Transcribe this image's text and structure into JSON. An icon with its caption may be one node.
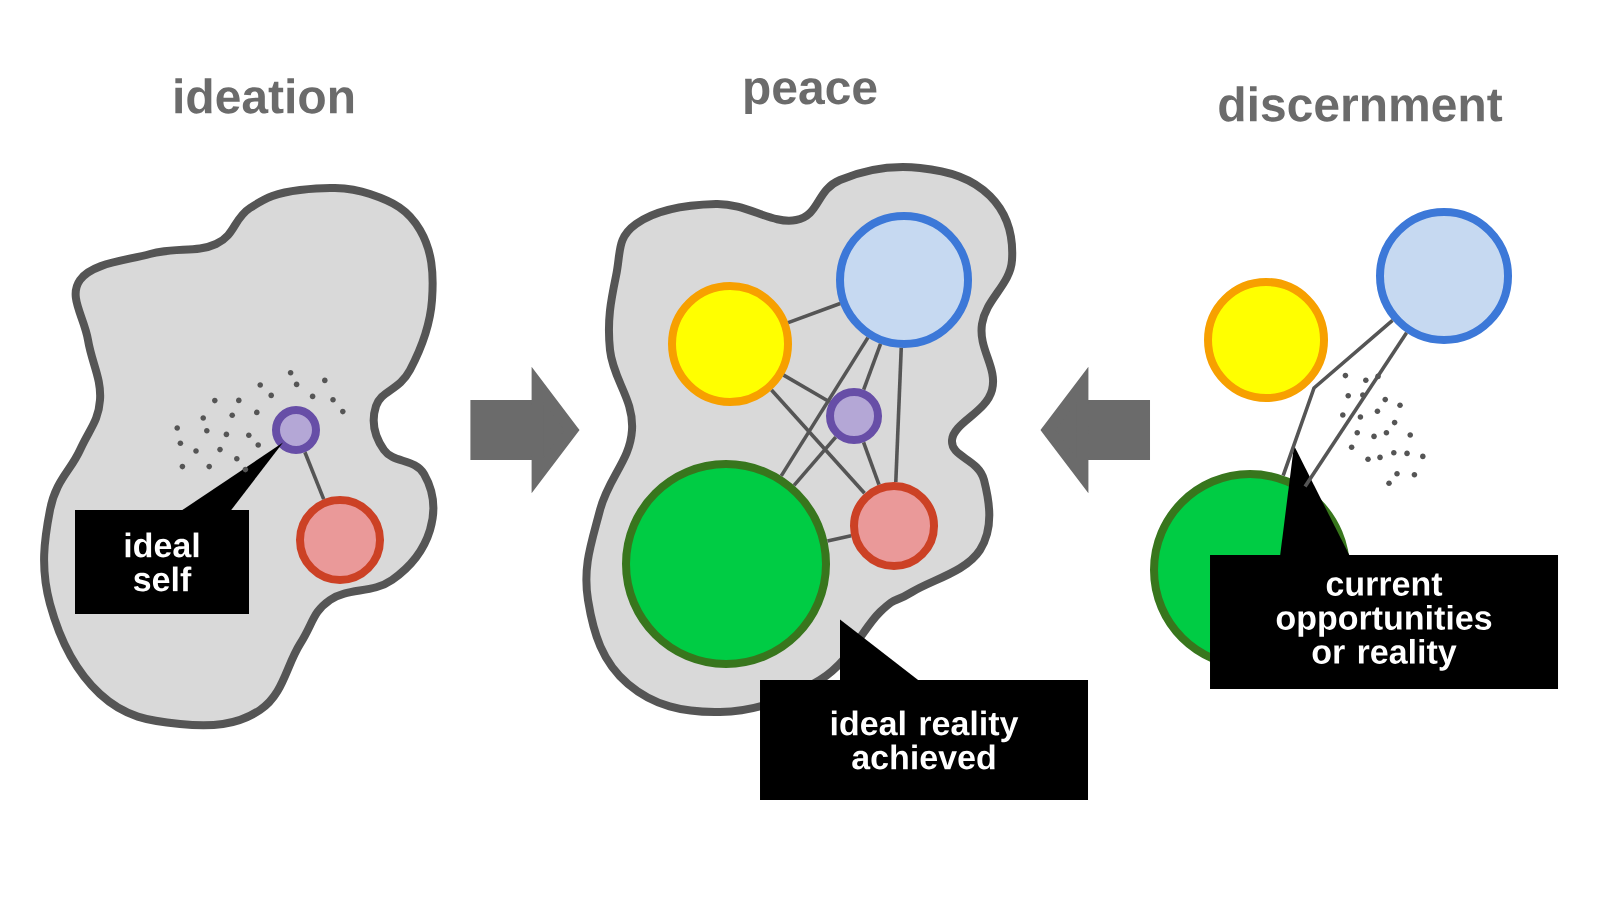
{
  "diagram": {
    "nodes": [
      {
        "text": [],
        "shape": "cloud"
      },
      {
        "text": [],
        "shape": "circle",
        "in": 0
      },
      {
        "text": [],
        "shape": "circle",
        "in": 0
      },
      {
        "text": [
          "ideal self"
        ],
        "in": 0
      },
      {
        "text": [],
        "shape": "cloud"
      },
      {
        "text": [],
        "shape": "circle",
        "in": 4
      },
      {
        "text": [],
        "shape": "circle",
        "in": 4
      },
      {
        "text": [],
        "shape": "circle",
        "in": 4
      },
      {
        "text": [],
        "shape": "circle",
        "in": 4
      },
      {
        "text": [],
        "shape": "circle",
        "in": 4
      },
      {
        "text": [
          "ideal reality achieved"
        ]
      },
      {
        "text": [],
        "shape": "circle"
      },
      {
        "text": [],
        "shape": "circle"
      },
      {
        "text": [],
        "shape": "circle"
      },
      {
        "text": [
          "current opportunities or reality"
        ]
      }
    ],
    "edges": [
      {
        "from": 0,
        "to": 4,
        "arrow": "to",
        "style": "thick"
      },
      {
        "from": 13,
        "to": 4,
        "arrow": "to",
        "style": "thick"
      },
      {
        "from": 1,
        "to": 2,
        "arrow": "none"
      },
      {
        "from": 5,
        "to": 6,
        "arrow": "none"
      },
      {
        "from": 5,
        "to": 7,
        "arrow": "none"
      },
      {
        "from": 5,
        "to": 9,
        "arrow": "none"
      },
      {
        "from": 8,
        "to": 6,
        "arrow": "none"
      },
      {
        "from": 7,
        "to": 6,
        "arrow": "none"
      },
      {
        "from": 9,
        "to": 6,
        "arrow": "none"
      },
      {
        "from": 8,
        "to": 7,
        "arrow": "none"
      },
      {
        "from": 8,
        "to": 9,
        "arrow": "none"
      },
      {
        "from": 7,
        "to": 9,
        "arrow": "none"
      },
      {
        "from": 13,
        "to": 12,
        "arrow": "none"
      },
      {
        "from": 13,
        "to": 12,
        "arrow": "none"
      }
    ],
    "labels": [
      "ideation",
      "peace",
      "discernment"
    ]
  }
}
